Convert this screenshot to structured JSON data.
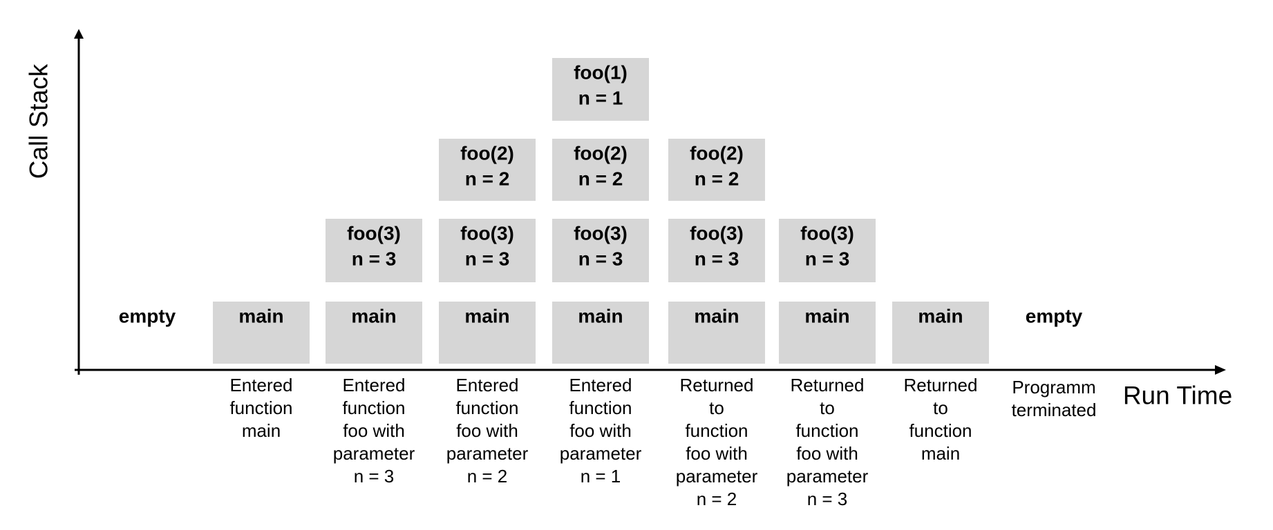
{
  "axes": {
    "y_label": "Call Stack",
    "x_label": "Run Time"
  },
  "steps": [
    {
      "frames": [],
      "empty_label": "empty",
      "caption": []
    },
    {
      "frames": [
        [
          "main"
        ]
      ],
      "caption": [
        "Entered",
        "function",
        "main"
      ]
    },
    {
      "frames": [
        [
          "main"
        ],
        [
          "foo(3)",
          "n = 3"
        ]
      ],
      "caption": [
        "Entered",
        "function",
        "foo with",
        "parameter",
        "n = 3"
      ]
    },
    {
      "frames": [
        [
          "main"
        ],
        [
          "foo(3)",
          "n = 3"
        ],
        [
          "foo(2)",
          "n = 2"
        ]
      ],
      "caption": [
        "Entered",
        "function",
        "foo with",
        "parameter",
        "n = 2"
      ]
    },
    {
      "frames": [
        [
          "main"
        ],
        [
          "foo(3)",
          "n = 3"
        ],
        [
          "foo(2)",
          "n = 2"
        ],
        [
          "foo(1)",
          "n = 1"
        ]
      ],
      "caption": [
        "Entered",
        "function",
        "foo with",
        "parameter",
        "n = 1"
      ]
    },
    {
      "frames": [
        [
          "main"
        ],
        [
          "foo(3)",
          "n = 3"
        ],
        [
          "foo(2)",
          "n = 2"
        ]
      ],
      "caption": [
        "Returned",
        "to",
        "function",
        "foo with",
        "parameter",
        "n = 2"
      ]
    },
    {
      "frames": [
        [
          "main"
        ],
        [
          "foo(3)",
          "n = 3"
        ]
      ],
      "caption": [
        "Returned",
        "to",
        "function",
        "foo with",
        "parameter",
        "n = 3"
      ]
    },
    {
      "frames": [
        [
          "main"
        ]
      ],
      "caption": [
        "Returned",
        "to",
        "function",
        "main"
      ]
    },
    {
      "frames": [],
      "empty_label": "empty",
      "caption": [
        "Programm",
        "terminated"
      ]
    }
  ]
}
